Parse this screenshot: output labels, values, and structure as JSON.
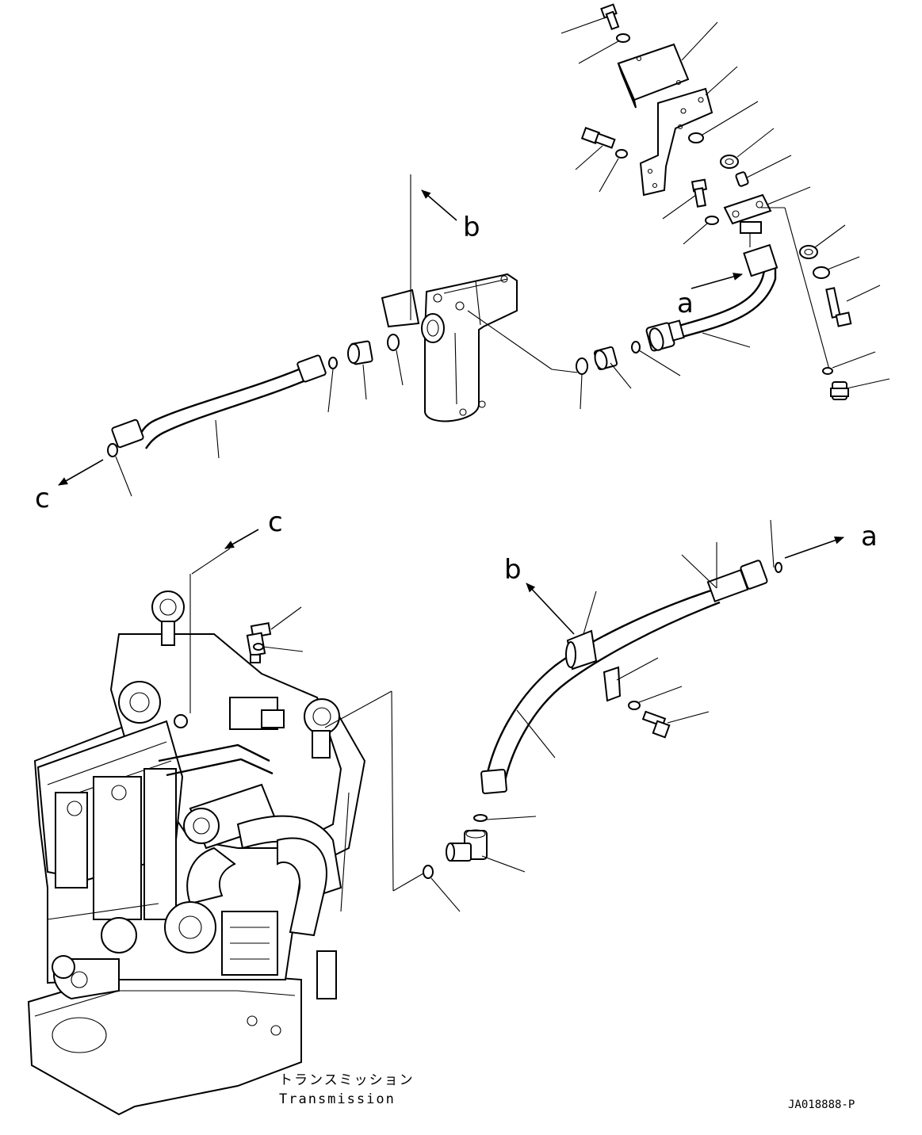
{
  "labels": {
    "ref_a_top": "a",
    "ref_a_bottom": "a",
    "ref_b_top": "b",
    "ref_b_bottom": "b",
    "ref_c_left": "c",
    "ref_c_engine": "c"
  },
  "caption": {
    "japanese": "トランスミッション",
    "english": "Transmission"
  },
  "drawing_code": "JA018888-P"
}
